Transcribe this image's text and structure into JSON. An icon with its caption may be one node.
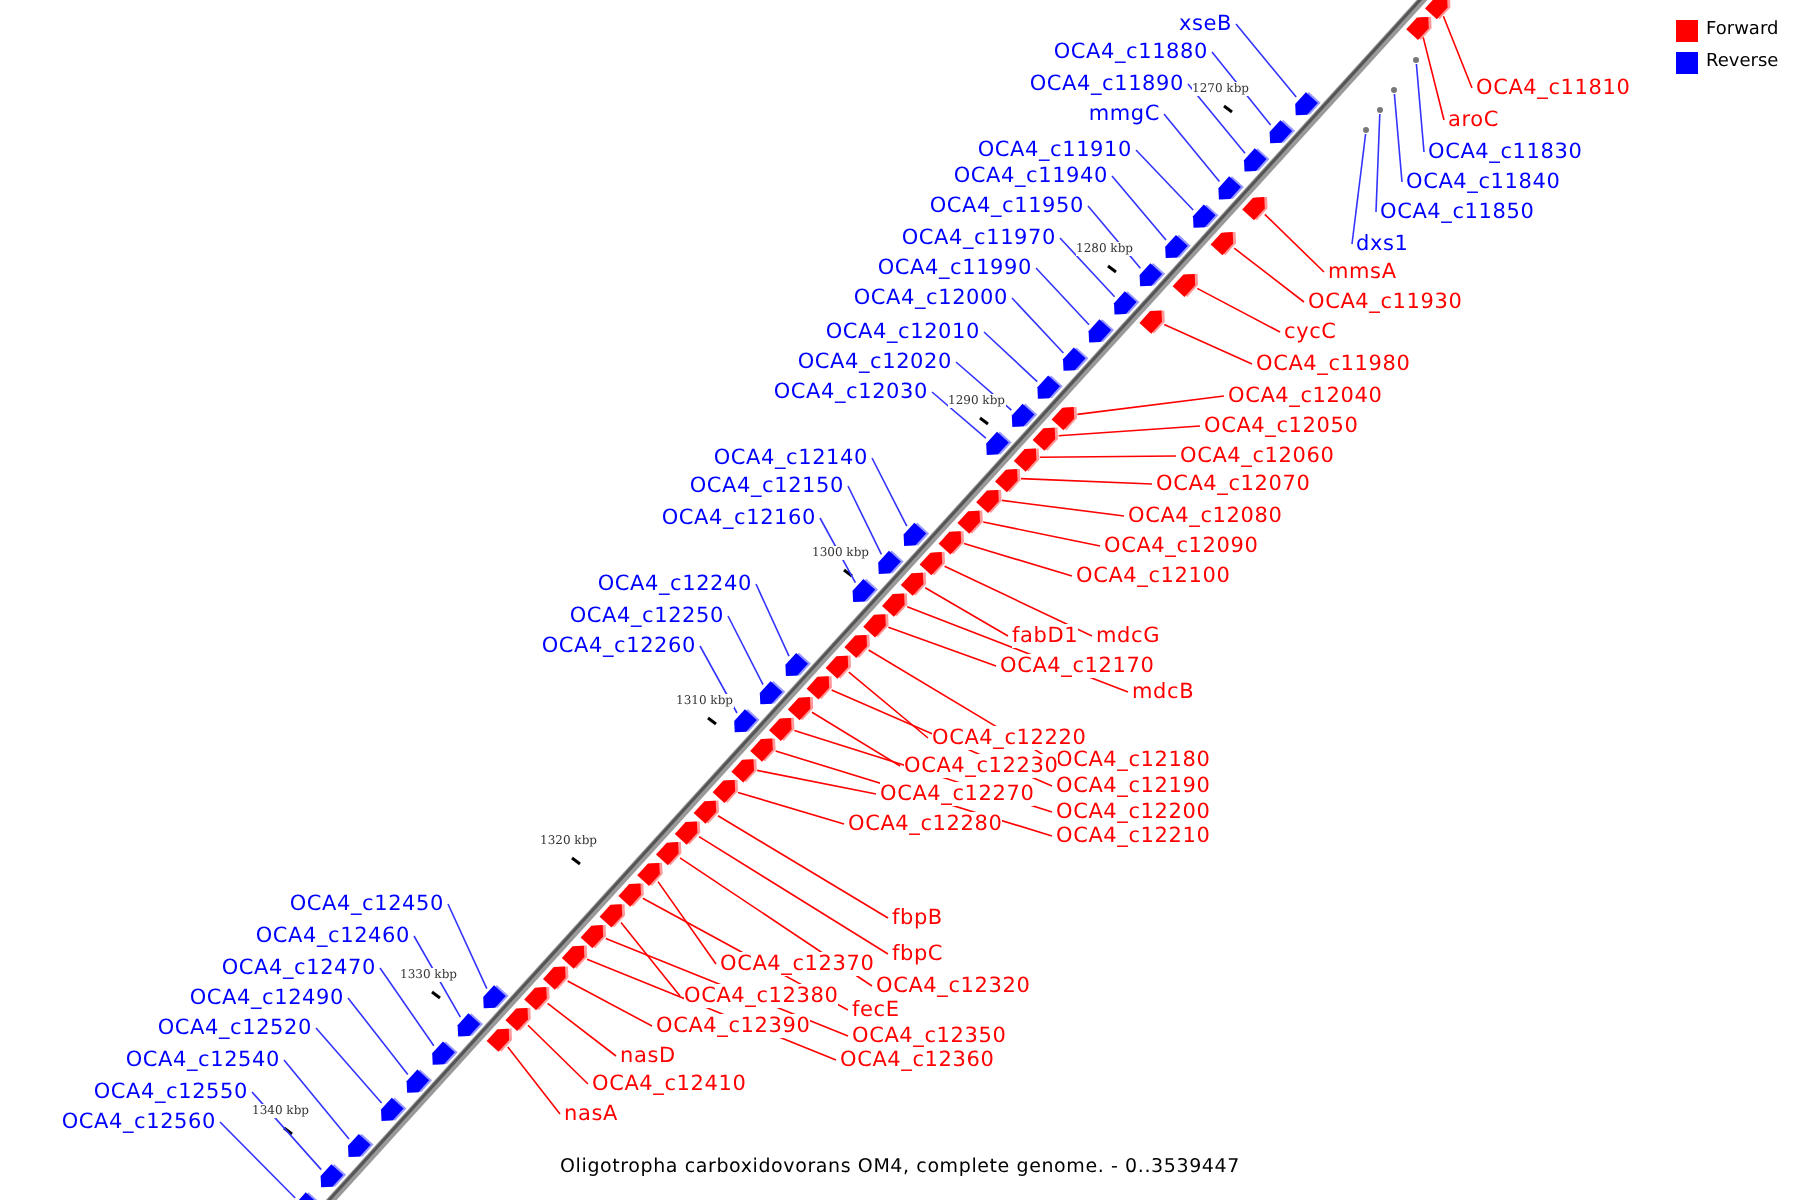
{
  "diagram": {
    "caption": "Oligotropha carboxidovorans OM4, complete genome. - 0..3539447",
    "nodes": [
      {
        "text": [
          "xseB"
        ]
      },
      {
        "text": [
          "OCA4_c11880"
        ]
      },
      {
        "text": [
          "OCA4_c11890"
        ]
      },
      {
        "text": [
          "mmgC"
        ]
      },
      {
        "text": [
          "OCA4_c11910"
        ]
      },
      {
        "text": [
          "OCA4_c11940"
        ]
      },
      {
        "text": [
          "OCA4_c11950"
        ]
      },
      {
        "text": [
          "OCA4_c11970"
        ]
      },
      {
        "text": [
          "OCA4_c11990"
        ]
      },
      {
        "text": [
          "OCA4_c12000"
        ]
      },
      {
        "text": [
          "OCA4_c12010"
        ]
      },
      {
        "text": [
          "OCA4_c12020"
        ]
      },
      {
        "text": [
          "OCA4_c12030"
        ]
      },
      {
        "text": [
          "OCA4_c12140"
        ]
      },
      {
        "text": [
          "OCA4_c12150"
        ]
      },
      {
        "text": [
          "OCA4_c12160"
        ]
      },
      {
        "text": [
          "OCA4_c12240"
        ]
      },
      {
        "text": [
          "OCA4_c12250"
        ]
      },
      {
        "text": [
          "OCA4_c12260"
        ]
      },
      {
        "text": [
          "OCA4_c12450"
        ]
      },
      {
        "text": [
          "OCA4_c12460"
        ]
      },
      {
        "text": [
          "OCA4_c12470"
        ]
      },
      {
        "text": [
          "OCA4_c12490"
        ]
      },
      {
        "text": [
          "OCA4_c12520"
        ]
      },
      {
        "text": [
          "OCA4_c12540"
        ]
      },
      {
        "text": [
          "OCA4_c12550"
        ]
      },
      {
        "text": [
          "OCA4_c12560"
        ]
      },
      {
        "text": [
          "OCA4_c11830"
        ]
      },
      {
        "text": [
          "OCA4_c11840"
        ]
      },
      {
        "text": [
          "OCA4_c11850"
        ]
      },
      {
        "text": [
          "dxs1"
        ]
      },
      {
        "text": [
          "OCA4_c11810"
        ]
      },
      {
        "text": [
          "aroC"
        ]
      },
      {
        "text": [
          "mmsA"
        ]
      },
      {
        "text": [
          "OCA4_c11930"
        ]
      },
      {
        "text": [
          "cycC"
        ]
      },
      {
        "text": [
          "OCA4_c11980"
        ]
      },
      {
        "text": [
          "OCA4_c12040"
        ]
      },
      {
        "text": [
          "OCA4_c12050"
        ]
      },
      {
        "text": [
          "OCA4_c12060"
        ]
      },
      {
        "text": [
          "OCA4_c12070"
        ]
      },
      {
        "text": [
          "OCA4_c12080"
        ]
      },
      {
        "text": [
          "OCA4_c12090"
        ]
      },
      {
        "text": [
          "OCA4_c12100"
        ]
      },
      {
        "text": [
          "fabD1"
        ]
      },
      {
        "text": [
          "mdcG"
        ]
      },
      {
        "text": [
          "OCA4_c12170"
        ]
      },
      {
        "text": [
          "mdcB"
        ]
      },
      {
        "text": [
          "OCA4_c12220"
        ]
      },
      {
        "text": [
          "OCA4_c12180"
        ]
      },
      {
        "text": [
          "OCA4_c12230"
        ]
      },
      {
        "text": [
          "OCA4_c12190"
        ]
      },
      {
        "text": [
          "OCA4_c12270"
        ]
      },
      {
        "text": [
          "OCA4_c12200"
        ]
      },
      {
        "text": [
          "OCA4_c12280"
        ]
      },
      {
        "text": [
          "OCA4_c12210"
        ]
      },
      {
        "text": [
          "fbpB"
        ]
      },
      {
        "text": [
          "fbpC"
        ]
      },
      {
        "text": [
          "OCA4_c12320"
        ]
      },
      {
        "text": [
          "OCA4_c12370"
        ]
      },
      {
        "text": [
          "fecE"
        ]
      },
      {
        "text": [
          "OCA4_c12380"
        ]
      },
      {
        "text": [
          "OCA4_c12350"
        ]
      },
      {
        "text": [
          "OCA4_c12390"
        ]
      },
      {
        "text": [
          "OCA4_c12360"
        ]
      },
      {
        "text": [
          "nasD"
        ]
      },
      {
        "text": [
          "OCA4_c12410"
        ]
      },
      {
        "text": [
          "nasA"
        ]
      },
      {
        "text": [],
        "shape": "arrow"
      },
      {
        "text": [],
        "shape": "arrow"
      },
      {
        "text": [],
        "shape": "arrow"
      },
      {
        "text": [],
        "shape": "arrow"
      },
      {
        "text": [],
        "shape": "arrow"
      },
      {
        "text": [],
        "shape": "arrow"
      },
      {
        "text": [],
        "shape": "arrow"
      },
      {
        "text": [],
        "shape": "arrow"
      },
      {
        "text": [],
        "shape": "arrow"
      },
      {
        "text": [],
        "shape": "arrow"
      },
      {
        "text": [],
        "shape": "arrow"
      },
      {
        "text": [],
        "shape": "arrow"
      },
      {
        "text": [],
        "shape": "arrow"
      },
      {
        "text": [],
        "shape": "arrow"
      },
      {
        "text": [],
        "shape": "arrow"
      },
      {
        "text": [],
        "shape": "arrow"
      },
      {
        "text": [],
        "shape": "arrow"
      },
      {
        "text": [],
        "shape": "arrow"
      },
      {
        "text": [],
        "shape": "arrow"
      },
      {
        "text": [],
        "shape": "arrow"
      },
      {
        "text": [],
        "shape": "arrow"
      },
      {
        "text": [],
        "shape": "arrow"
      },
      {
        "text": [],
        "shape": "arrow"
      },
      {
        "text": [],
        "shape": "arrow"
      },
      {
        "text": [],
        "shape": "arrow"
      },
      {
        "text": [],
        "shape": "arrow"
      },
      {
        "text": [],
        "shape": "arrow"
      },
      {
        "text": [],
        "shape": "dot"
      },
      {
        "text": [],
        "shape": "dot"
      },
      {
        "text": [],
        "shape": "dot"
      },
      {
        "text": [],
        "shape": "dot"
      },
      {
        "text": [],
        "shape": "arrow"
      },
      {
        "text": [],
        "shape": "arrow"
      },
      {
        "text": [],
        "shape": "arrow"
      },
      {
        "text": [],
        "shape": "arrow"
      },
      {
        "text": [],
        "shape": "arrow"
      },
      {
        "text": [],
        "shape": "arrow"
      },
      {
        "text": [],
        "shape": "arrow"
      },
      {
        "text": [],
        "shape": "arrow"
      },
      {
        "text": [],
        "shape": "arrow"
      },
      {
        "text": [],
        "shape": "arrow"
      },
      {
        "text": [],
        "shape": "arrow"
      },
      {
        "text": [],
        "shape": "arrow"
      },
      {
        "text": [],
        "shape": "arrow"
      },
      {
        "text": [],
        "shape": "arrow"
      },
      {
        "text": [],
        "shape": "arrow"
      },
      {
        "text": [],
        "shape": "arrow"
      },
      {
        "text": [],
        "shape": "arrow"
      },
      {
        "text": [],
        "shape": "arrow"
      },
      {
        "text": [],
        "shape": "arrow"
      },
      {
        "text": [],
        "shape": "arrow"
      },
      {
        "text": [],
        "shape": "arrow"
      },
      {
        "text": [],
        "shape": "arrow"
      },
      {
        "text": [],
        "shape": "arrow"
      },
      {
        "text": [],
        "shape": "arrow"
      },
      {
        "text": [],
        "shape": "arrow"
      },
      {
        "text": [],
        "shape": "arrow"
      },
      {
        "text": [],
        "shape": "arrow"
      },
      {
        "text": [],
        "shape": "arrow"
      },
      {
        "text": [],
        "shape": "arrow"
      },
      {
        "text": [],
        "shape": "arrow"
      },
      {
        "text": [],
        "shape": "arrow"
      },
      {
        "text": [],
        "shape": "arrow"
      },
      {
        "text": [],
        "shape": "arrow"
      },
      {
        "text": [],
        "shape": "arrow"
      },
      {
        "text": [],
        "shape": "arrow"
      },
      {
        "text": [],
        "shape": "arrow"
      },
      {
        "text": [],
        "shape": "arrow"
      }
    ],
    "edges": [
      {
        "from": 0,
        "to": 68,
        "arrow": "none",
        "color": "#3333ff"
      },
      {
        "from": 1,
        "to": 69,
        "arrow": "none",
        "color": "#3333ff"
      },
      {
        "from": 2,
        "to": 70,
        "arrow": "none",
        "color": "#3333ff"
      },
      {
        "from": 3,
        "to": 71,
        "arrow": "none",
        "color": "#3333ff"
      },
      {
        "from": 4,
        "to": 72,
        "arrow": "none",
        "color": "#3333ff"
      },
      {
        "from": 5,
        "to": 73,
        "arrow": "none",
        "color": "#3333ff"
      },
      {
        "from": 6,
        "to": 74,
        "arrow": "none",
        "color": "#3333ff"
      },
      {
        "from": 7,
        "to": 75,
        "arrow": "none",
        "color": "#3333ff"
      },
      {
        "from": 8,
        "to": 76,
        "arrow": "none",
        "color": "#3333ff"
      },
      {
        "from": 9,
        "to": 77,
        "arrow": "none",
        "color": "#3333ff"
      },
      {
        "from": 10,
        "to": 78,
        "arrow": "none",
        "color": "#3333ff"
      },
      {
        "from": 11,
        "to": 79,
        "arrow": "none",
        "color": "#3333ff"
      },
      {
        "from": 12,
        "to": 80,
        "arrow": "none",
        "color": "#3333ff"
      },
      {
        "from": 13,
        "to": 81,
        "arrow": "none",
        "color": "#3333ff"
      },
      {
        "from": 14,
        "to": 82,
        "arrow": "none",
        "color": "#3333ff"
      },
      {
        "from": 15,
        "to": 83,
        "arrow": "none",
        "color": "#3333ff"
      },
      {
        "from": 16,
        "to": 84,
        "arrow": "none",
        "color": "#3333ff"
      },
      {
        "from": 17,
        "to": 85,
        "arrow": "none",
        "color": "#3333ff"
      },
      {
        "from": 18,
        "to": 86,
        "arrow": "none",
        "color": "#3333ff"
      },
      {
        "from": 19,
        "to": 87,
        "arrow": "none",
        "color": "#3333ff"
      },
      {
        "from": 20,
        "to": 88,
        "arrow": "none",
        "color": "#3333ff"
      },
      {
        "from": 21,
        "to": 89,
        "arrow": "none",
        "color": "#3333ff"
      },
      {
        "from": 22,
        "to": 90,
        "arrow": "none",
        "color": "#3333ff"
      },
      {
        "from": 23,
        "to": 91,
        "arrow": "none",
        "color": "#3333ff"
      },
      {
        "from": 24,
        "to": 92,
        "arrow": "none",
        "color": "#3333ff"
      },
      {
        "from": 25,
        "to": 93,
        "arrow": "none",
        "color": "#3333ff"
      },
      {
        "from": 26,
        "to": 94,
        "arrow": "none",
        "color": "#3333ff"
      },
      {
        "from": 27,
        "to": 95,
        "arrow": "none",
        "color": "#3333ff"
      },
      {
        "from": 28,
        "to": 96,
        "arrow": "none",
        "color": "#3333ff"
      },
      {
        "from": 29,
        "to": 97,
        "arrow": "none",
        "color": "#3333ff"
      },
      {
        "from": 30,
        "to": 98,
        "arrow": "none",
        "color": "#3333ff"
      },
      {
        "from": 31,
        "to": 99,
        "arrow": "none"
      },
      {
        "from": 32,
        "to": 100,
        "arrow": "none"
      },
      {
        "from": 33,
        "to": 101,
        "arrow": "none"
      },
      {
        "from": 34,
        "to": 102,
        "arrow": "none"
      },
      {
        "from": 35,
        "to": 103,
        "arrow": "none"
      },
      {
        "from": 36,
        "to": 104,
        "arrow": "none"
      },
      {
        "from": 37,
        "to": 105,
        "arrow": "none"
      },
      {
        "from": 38,
        "to": 106,
        "arrow": "none"
      },
      {
        "from": 39,
        "to": 107,
        "arrow": "none"
      },
      {
        "from": 40,
        "to": 108,
        "arrow": "none"
      },
      {
        "from": 41,
        "to": 109,
        "arrow": "none"
      },
      {
        "from": 42,
        "to": 110,
        "arrow": "none"
      },
      {
        "from": 43,
        "to": 111,
        "arrow": "none"
      },
      {
        "from": 44,
        "to": 112,
        "arrow": "none"
      },
      {
        "from": 45,
        "to": 113,
        "arrow": "none"
      },
      {
        "from": 46,
        "to": 114,
        "arrow": "none"
      },
      {
        "from": 47,
        "to": 115,
        "arrow": "none"
      },
      {
        "from": 48,
        "to": 116,
        "arrow": "none"
      },
      {
        "from": 49,
        "to": 117,
        "arrow": "none"
      },
      {
        "from": 50,
        "to": 118,
        "arrow": "none"
      },
      {
        "from": 51,
        "to": 119,
        "arrow": "none"
      },
      {
        "from": 52,
        "to": 120,
        "arrow": "none"
      },
      {
        "from": 53,
        "to": 121,
        "arrow": "none"
      },
      {
        "from": 54,
        "to": 122,
        "arrow": "none"
      },
      {
        "from": 55,
        "to": 123,
        "arrow": "none"
      },
      {
        "from": 56,
        "to": 124,
        "arrow": "none"
      },
      {
        "from": 57,
        "to": 125,
        "arrow": "none"
      },
      {
        "from": 58,
        "to": 126,
        "arrow": "none"
      },
      {
        "from": 59,
        "to": 127,
        "arrow": "none"
      },
      {
        "from": 60,
        "to": 128,
        "arrow": "none"
      },
      {
        "from": 61,
        "to": 129,
        "arrow": "none"
      },
      {
        "from": 62,
        "to": 130,
        "arrow": "none"
      },
      {
        "from": 63,
        "to": 131,
        "arrow": "none"
      },
      {
        "from": 64,
        "to": 132,
        "arrow": "none"
      },
      {
        "from": 65,
        "to": 133,
        "arrow": "none"
      },
      {
        "from": 66,
        "to": 134,
        "arrow": "none"
      },
      {
        "from": 67,
        "to": 135,
        "arrow": "none"
      }
    ],
    "labels": [
      "1270 kbp",
      "1280 kbp",
      "1290 kbp",
      "1300 kbp",
      "1310 kbp",
      "1320 kbp",
      "1330 kbp",
      "1340 kbp"
    ],
    "legend": [
      {
        "text": "Forward",
        "color": "#ff0000"
      },
      {
        "text": "Reverse",
        "color": "#0000ff"
      }
    ]
  }
}
